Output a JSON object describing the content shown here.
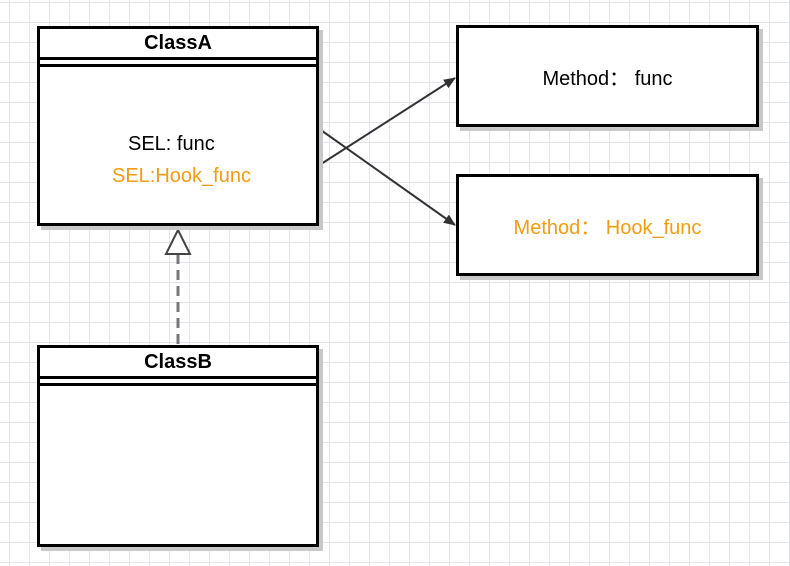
{
  "colors": {
    "line": "#333333",
    "text": "#000000",
    "highlight": "#f39c12"
  },
  "class_a": {
    "name": "ClassA",
    "attributes": [
      {
        "text": "SEL: func",
        "color": "#000000"
      },
      {
        "text": "SEL:Hook_func",
        "color": "#f39c12"
      }
    ]
  },
  "class_b": {
    "name": "ClassB"
  },
  "methods": [
    {
      "label": "Method： func",
      "color": "#000000"
    },
    {
      "label": "Method： Hook_func",
      "color": "#f39c12"
    }
  ],
  "relations": [
    {
      "type": "association-arrow",
      "from": "SEL: func",
      "to": "Method： Hook_func"
    },
    {
      "type": "association-arrow",
      "from": "SEL:Hook_func",
      "to": "Method： func"
    },
    {
      "type": "realization",
      "from": "ClassB",
      "to": "ClassA"
    }
  ]
}
